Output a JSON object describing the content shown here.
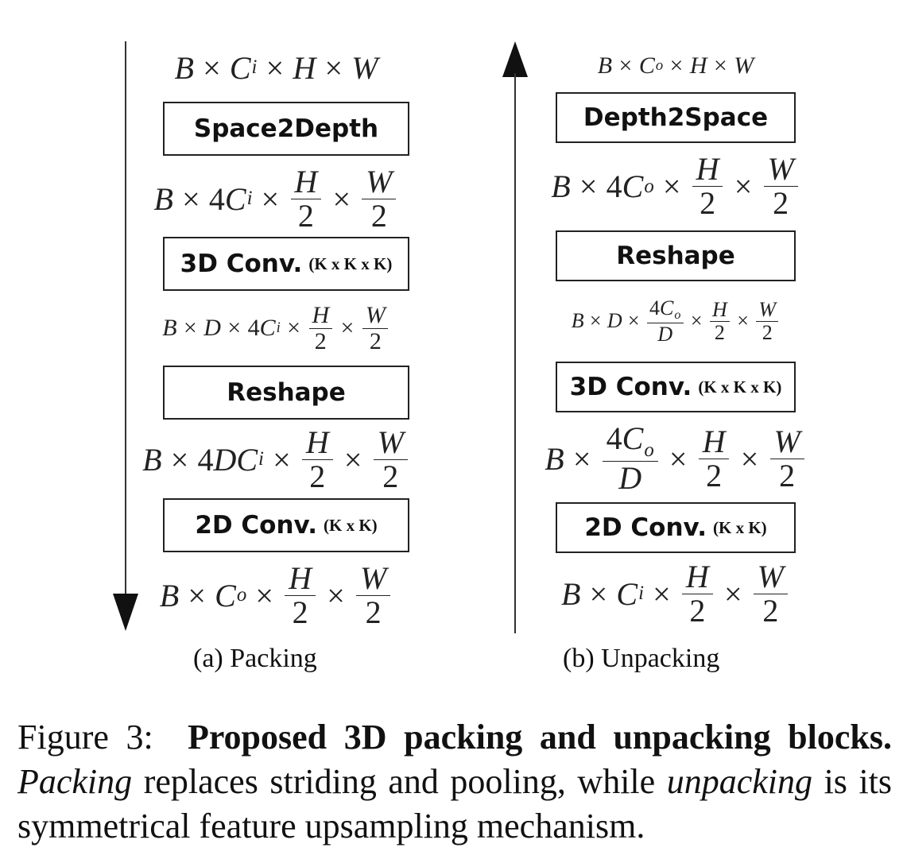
{
  "packing": {
    "label": "(a) Packing",
    "blocks": [
      {
        "name": "Space2Depth",
        "kernel": ""
      },
      {
        "name": "3D Conv.",
        "kernel": "(K x K x K)"
      },
      {
        "name": "Reshape",
        "kernel": ""
      },
      {
        "name": "2D Conv.",
        "kernel": "(K x K)"
      }
    ],
    "dims": {
      "d0": {
        "B": "B",
        "C": "C",
        "i": "i",
        "H": "H",
        "W": "W"
      },
      "d1": {
        "B": "B",
        "coef": "4",
        "C": "C",
        "i": "i",
        "H": "H",
        "W": "W",
        "two": "2"
      },
      "d2": {
        "B": "B",
        "D": "D",
        "coef": "4",
        "C": "C",
        "i": "i",
        "H": "H",
        "W": "W",
        "two": "2"
      },
      "d3": {
        "B": "B",
        "coef": "4",
        "D": "D",
        "C": "C",
        "i": "i",
        "H": "H",
        "W": "W",
        "two": "2"
      },
      "d4": {
        "B": "B",
        "C": "C",
        "o": "o",
        "H": "H",
        "W": "W",
        "two": "2"
      }
    }
  },
  "unpacking": {
    "label": "(b) Unpacking",
    "blocks": [
      {
        "name": "Depth2Space",
        "kernel": ""
      },
      {
        "name": "Reshape",
        "kernel": ""
      },
      {
        "name": "3D Conv.",
        "kernel": "(K x K x K)"
      },
      {
        "name": "2D Conv.",
        "kernel": "(K x K)"
      }
    ],
    "dims": {
      "d0": {
        "B": "B",
        "C": "C",
        "o": "o",
        "H": "H",
        "W": "W"
      },
      "d1": {
        "B": "B",
        "coef": "4",
        "C": "C",
        "o": "o",
        "H": "H",
        "W": "W",
        "two": "2"
      },
      "d2": {
        "B": "B",
        "D": "D",
        "coef": "4",
        "C": "C",
        "o": "o",
        "H": "H",
        "W": "W",
        "two": "2"
      },
      "d3": {
        "B": "B",
        "coef": "4",
        "C": "C",
        "o": "o",
        "D": "D",
        "H": "H",
        "W": "W",
        "two": "2"
      },
      "d4": {
        "B": "B",
        "C": "C",
        "i": "i",
        "H": "H",
        "W": "W",
        "two": "2"
      }
    }
  },
  "operators": {
    "times": "×"
  },
  "caption": {
    "prefix": "Figure 3:",
    "bold": "Proposed 3D packing and unpacking blocks.",
    "italic1": "Packing",
    "mid": "replaces striding and pooling, while",
    "italic2": "unpacking",
    "end": "is its symmetrical feature upsampling mechanism."
  }
}
